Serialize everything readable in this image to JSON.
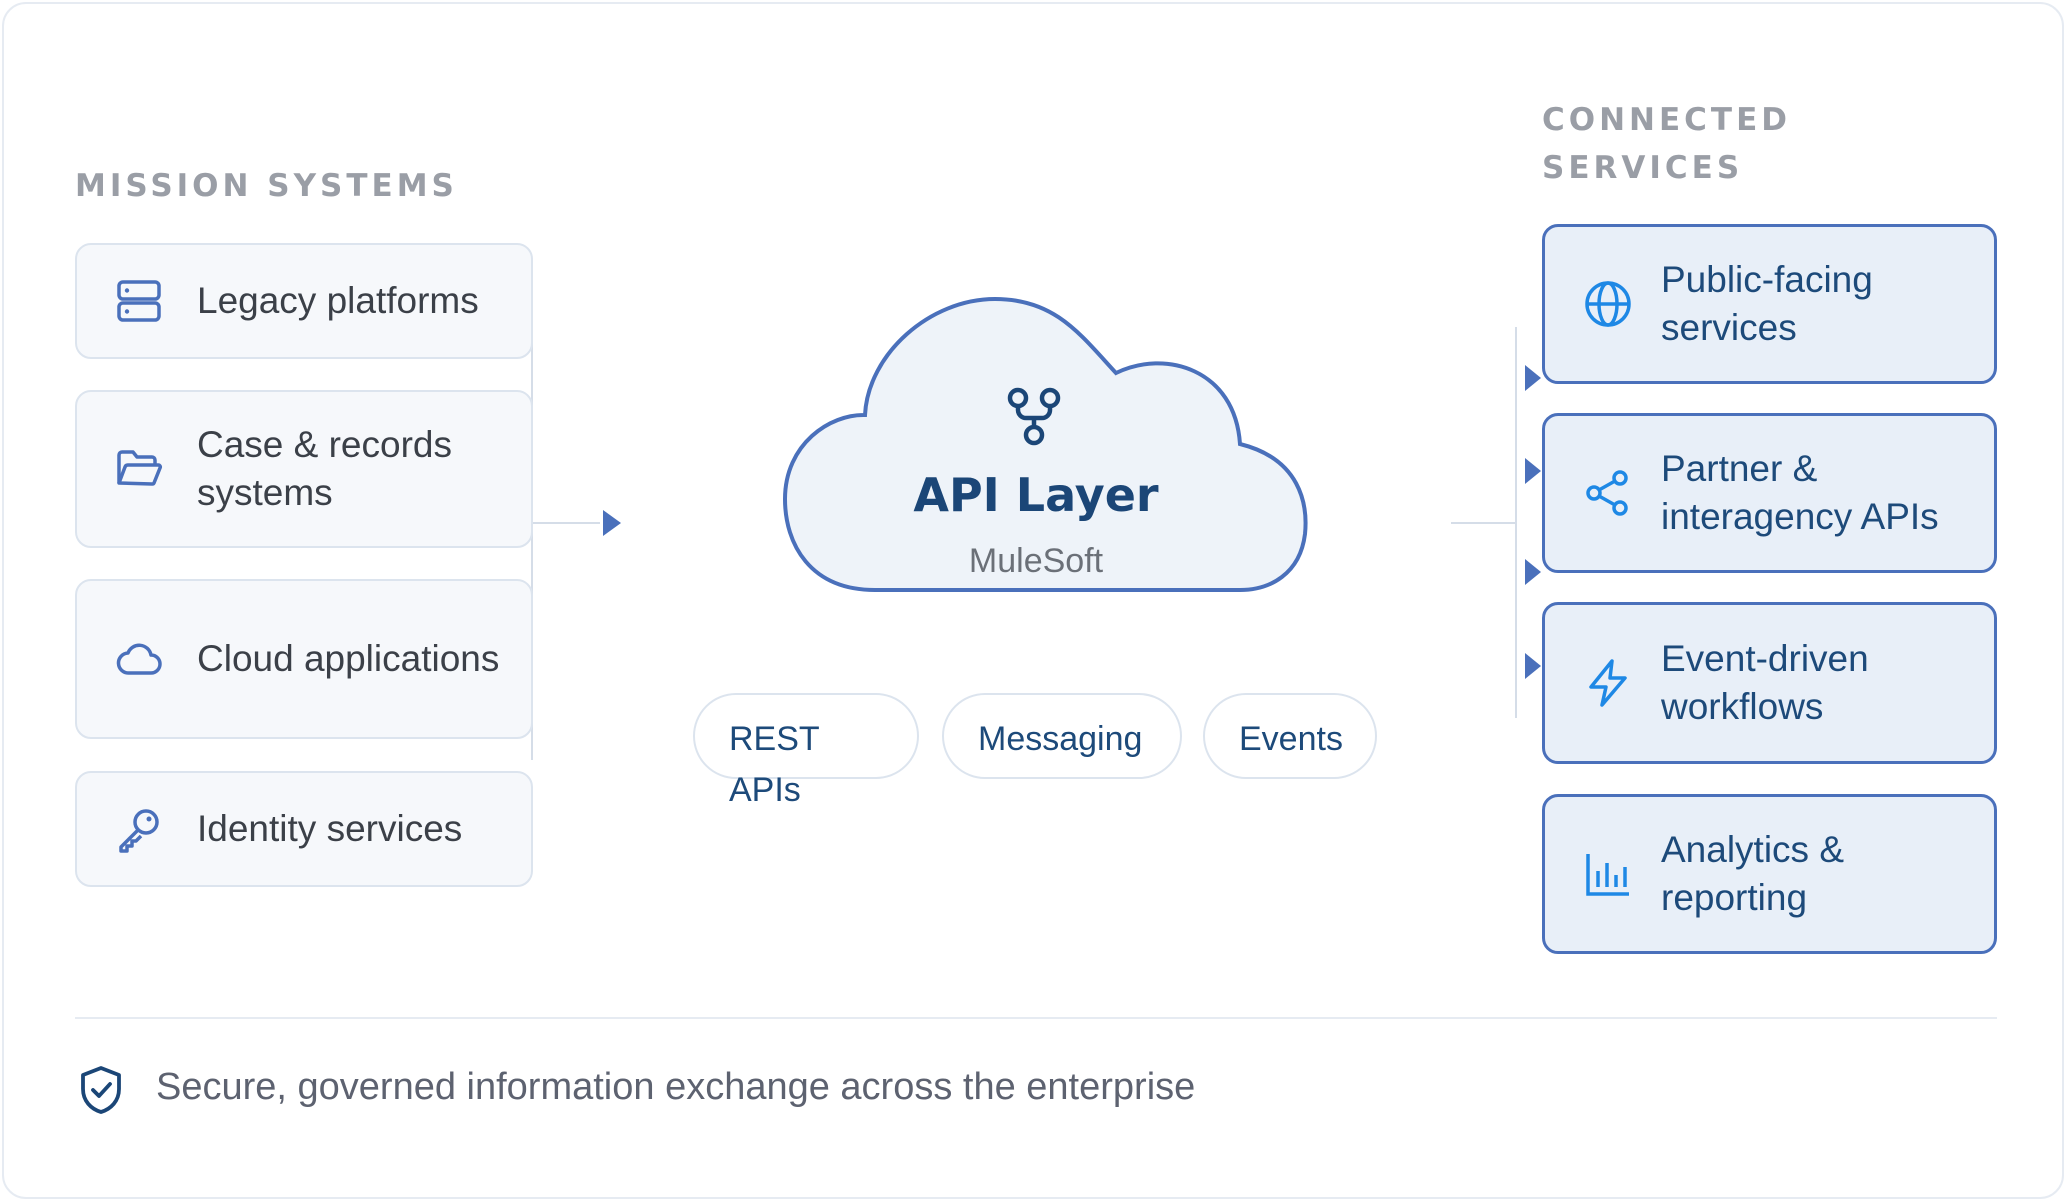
{
  "left_section": {
    "title": "MISSION SYSTEMS",
    "items": [
      {
        "label": "Legacy platforms",
        "icon": "server-icon"
      },
      {
        "label": "Case & records systems",
        "icon": "folder-open-icon"
      },
      {
        "label": "Cloud applications",
        "icon": "cloud-icon"
      },
      {
        "label": "Identity services",
        "icon": "key-icon"
      }
    ]
  },
  "center": {
    "title": "API Layer",
    "subtitle": "MuleSoft",
    "icon": "git-merge-icon",
    "pills": [
      "REST APIs",
      "Messaging",
      "Events"
    ]
  },
  "right_section": {
    "title_line1": "CONNECTED",
    "title_line2": "SERVICES",
    "items": [
      {
        "label": "Public-facing services",
        "icon": "globe-icon"
      },
      {
        "label": "Partner & interagency APIs",
        "icon": "share-icon"
      },
      {
        "label": "Event-driven workflows",
        "icon": "lightning-icon"
      },
      {
        "label": "Analytics & reporting",
        "icon": "bar-chart-icon"
      }
    ]
  },
  "footer": {
    "text": "Secure, governed information exchange across the enterprise",
    "icon": "shield-check-icon"
  },
  "colors": {
    "accent": "#4a70bb",
    "dark_blue": "#1b4677",
    "icon_blue": "#1e88e5",
    "muted_title": "#9a9ea6",
    "left_card_bg": "#f6f8fb",
    "right_card_bg": "#e8eff8"
  }
}
